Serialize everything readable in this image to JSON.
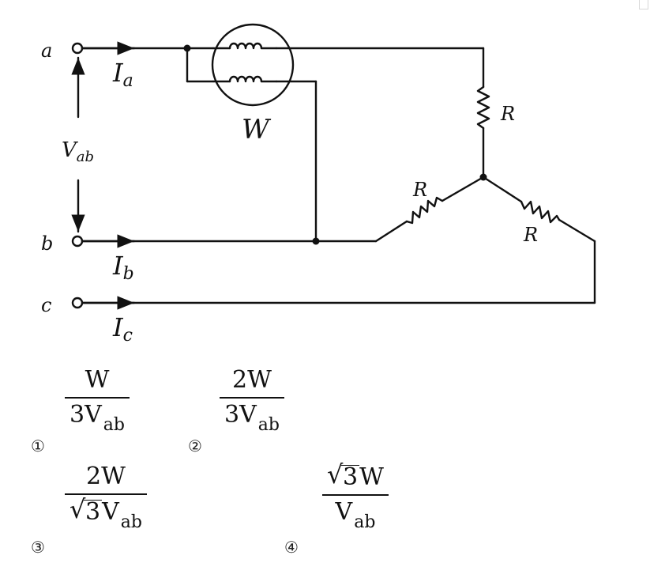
{
  "diagram": {
    "terminals": {
      "a": "a",
      "b": "b",
      "c": "c"
    },
    "currents": {
      "a": {
        "letter": "I",
        "sub": "a"
      },
      "b": {
        "letter": "I",
        "sub": "b"
      },
      "c": {
        "letter": "I",
        "sub": "c"
      }
    },
    "voltage": {
      "letter": "V",
      "sub": "ab"
    },
    "wattmeter_label": "W",
    "resistor_labels": [
      "R",
      "R",
      "R"
    ]
  },
  "choices": [
    {
      "num": "①",
      "numerator": "W",
      "denominator": {
        "coef": "3",
        "var": "V",
        "sub": "ab"
      }
    },
    {
      "num": "②",
      "numerator": "2W",
      "denominator": {
        "coef": "3",
        "var": "V",
        "sub": "ab"
      }
    },
    {
      "num": "③",
      "numerator": "2W",
      "denominator": {
        "radical": "3",
        "var": "V",
        "sub": "ab"
      }
    },
    {
      "num": "④",
      "numerator": {
        "radical": "3",
        "var": "W"
      },
      "denominator": {
        "var": "V",
        "sub": "ab"
      }
    }
  ]
}
